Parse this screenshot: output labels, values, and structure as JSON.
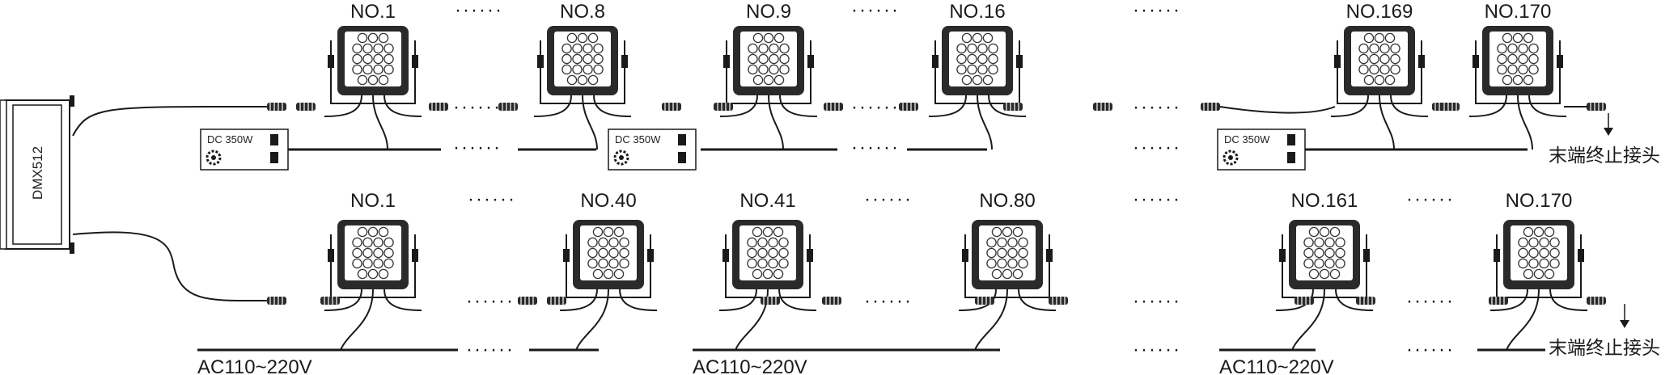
{
  "controller": {
    "label": "DMX512"
  },
  "row1": {
    "fixtures": [
      "NO.1",
      "NO.8",
      "NO.9",
      "NO.16",
      "NO.169",
      "NO.170"
    ],
    "power_supply_label": "DC  350W",
    "ellipsis": "······",
    "terminator_label": "末端终止接头"
  },
  "row2": {
    "fixtures": [
      "NO.1",
      "NO.40",
      "NO.41",
      "NO.80",
      "NO.161",
      "NO.170"
    ],
    "ac_label": "AC110~220V",
    "ellipsis": "······",
    "terminator_label": "末端终止接头"
  },
  "colors": {
    "line": "#1a1a1a",
    "fixture_body": "#2a2a2a",
    "lens": "#ffffff",
    "background": "#ffffff"
  }
}
